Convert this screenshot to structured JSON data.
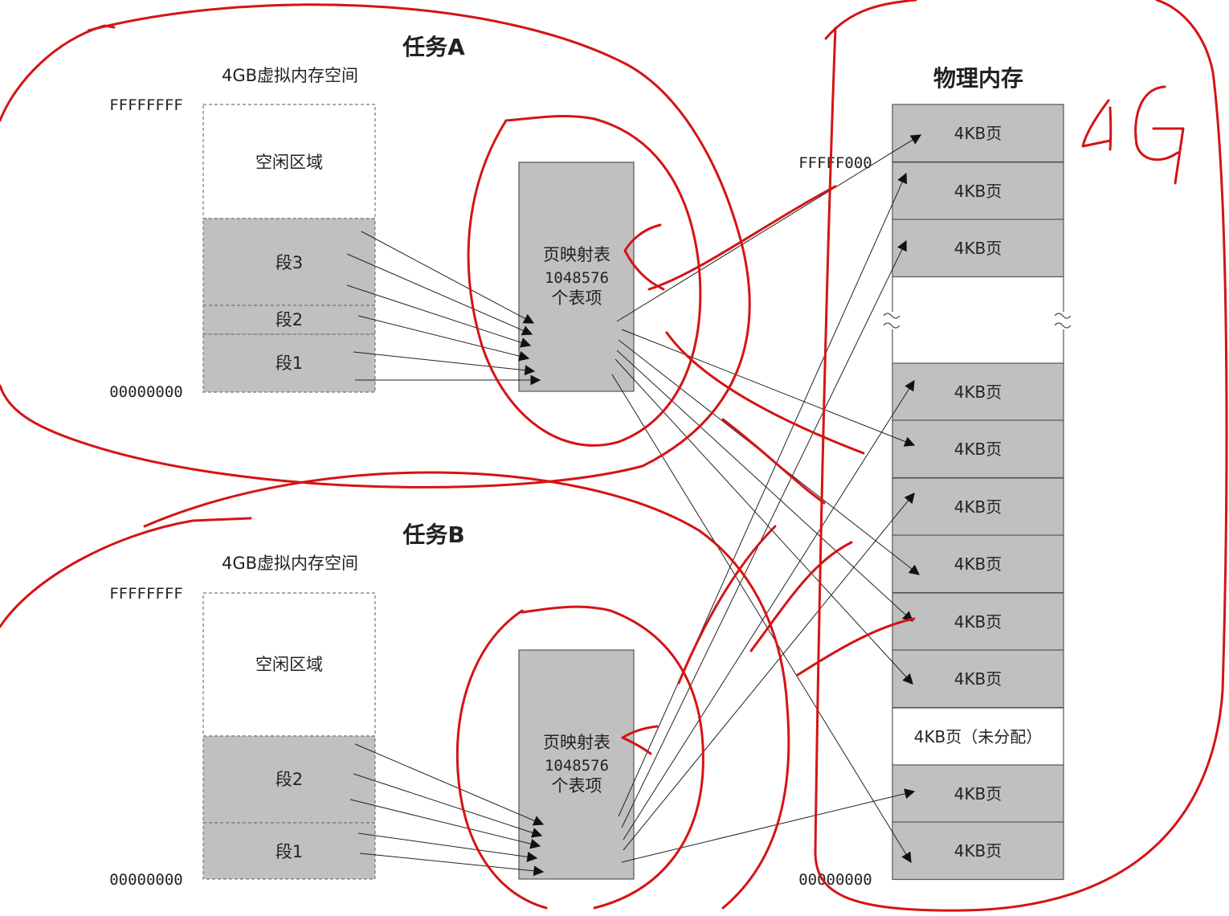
{
  "colors": {
    "block_fill": "#c0c0c0",
    "free_fill": "#ffffff",
    "annotation": "#d41414",
    "arrows": "#222222"
  },
  "task_a": {
    "title": "任务A",
    "space_label": "4GB虚拟内存空间",
    "addr_top": "FFFFFFFF",
    "addr_bottom": "00000000",
    "free_label": "空闲区域",
    "seg3": "段3",
    "seg2": "段2",
    "seg1": "段1",
    "table_line1": "页映射表",
    "table_line2": "1048576",
    "table_line3": "个表项"
  },
  "task_b": {
    "title": "任务B",
    "space_label": "4GB虚拟内存空间",
    "addr_top": "FFFFFFFF",
    "addr_bottom": "00000000",
    "free_label": "空闲区域",
    "seg2": "段2",
    "seg1": "段1",
    "table_line1": "页映射表",
    "table_line2": "1048576",
    "table_line3": "个表项"
  },
  "physical": {
    "title": "物理内存",
    "addr_top": "FFFFF000",
    "addr_bottom": "00000000",
    "pages": [
      {
        "label": "4KB页"
      },
      {
        "label": "4KB页"
      },
      {
        "label": "4KB页"
      },
      {
        "label": "4KB页"
      },
      {
        "label": "4KB页"
      },
      {
        "label": "4KB页"
      },
      {
        "label": "4KB页"
      },
      {
        "label": "4KB页"
      },
      {
        "label": "4KB页"
      },
      {
        "label": "4KB页（未分配）",
        "unallocated": true
      },
      {
        "label": "4KB页"
      },
      {
        "label": "4KB页"
      }
    ]
  },
  "annotation": {
    "handwritten": "4G"
  }
}
